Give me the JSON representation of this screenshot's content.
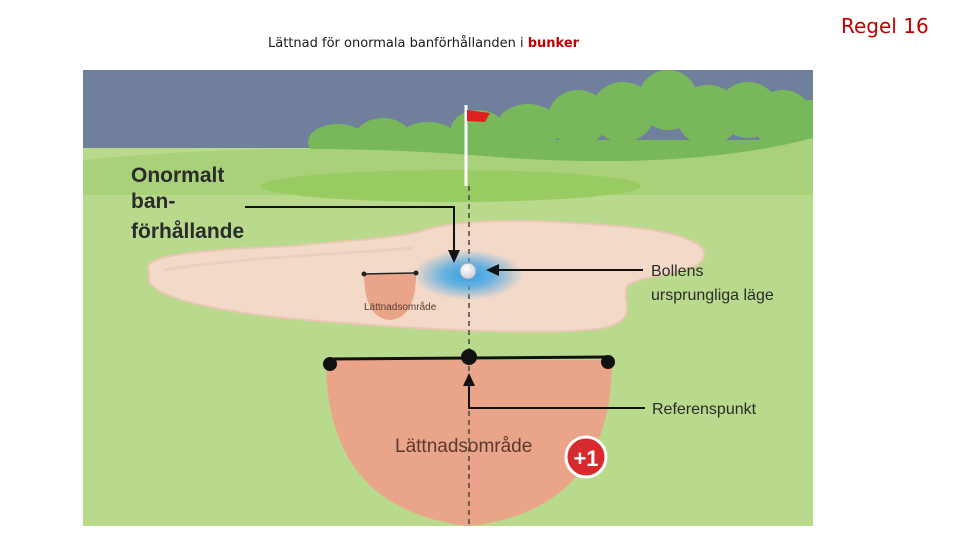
{
  "header": {
    "title_prefix": "Lättnad för onormala banförhållanden i",
    "title_highlight": "bunker",
    "rule_label": "Regel 16"
  },
  "diagram": {
    "label_condition_line1": "Onormalt",
    "label_condition_line2": "ban-",
    "label_condition_line3": "förhållande",
    "label_ball_line1": "Bollens",
    "label_ball_line2": "ursprungliga läge",
    "label_small_relief": "Lättnadsområde",
    "label_reference": "Referenspunkt",
    "label_large_relief": "Lättnadsområde",
    "penalty_badge": "+1"
  },
  "colors": {
    "sky": "#6f7f9c",
    "fairway": "#b9d98c",
    "green": "#98cc62",
    "trees": "#79b85a",
    "sand": "#f3d9c8",
    "relief": "#e9a48a",
    "flag": "#e02020",
    "badge": "#d8292f",
    "title_highlight": "#c00000"
  }
}
